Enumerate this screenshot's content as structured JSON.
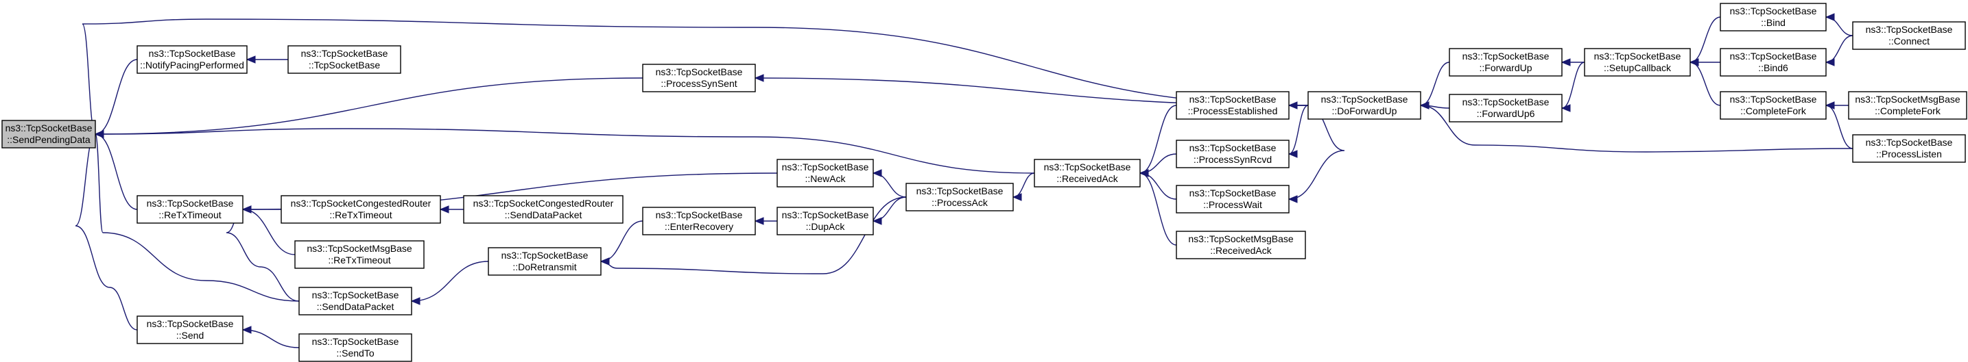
{
  "graph": {
    "nodes": [
      {
        "id": "spd",
        "line1": "ns3::TcpSocketBase",
        "line2": "::SendPendingData",
        "root": true
      },
      {
        "id": "npp",
        "line1": "ns3::TcpSocketBase",
        "line2": "::NotifyPacingPerformed"
      },
      {
        "id": "tsb",
        "line1": "ns3::TcpSocketBase",
        "line2": "::TcpSocketBase"
      },
      {
        "id": "pss",
        "line1": "ns3::TcpSocketBase",
        "line2": "::ProcessSynSent"
      },
      {
        "id": "rtt",
        "line1": "ns3::TcpSocketBase",
        "line2": "::ReTxTimeout"
      },
      {
        "id": "crrt",
        "line1": "ns3::TcpSocketCongestedRouter",
        "line2": "::ReTxTimeout"
      },
      {
        "id": "crsdp",
        "line1": "ns3::TcpSocketCongestedRouter",
        "line2": "::SendDataPacket"
      },
      {
        "id": "mrt",
        "line1": "ns3::TcpSocketMsgBase",
        "line2": "::ReTxTimeout"
      },
      {
        "id": "sdp",
        "line1": "ns3::TcpSocketBase",
        "line2": "::SendDataPacket"
      },
      {
        "id": "send",
        "line1": "ns3::TcpSocketBase",
        "line2": "::Send"
      },
      {
        "id": "sendto",
        "line1": "ns3::TcpSocketBase",
        "line2": "::SendTo"
      },
      {
        "id": "dor",
        "line1": "ns3::TcpSocketBase",
        "line2": "::DoRetransmit"
      },
      {
        "id": "er",
        "line1": "ns3::TcpSocketBase",
        "line2": "::EnterRecovery"
      },
      {
        "id": "na",
        "line1": "ns3::TcpSocketBase",
        "line2": "::NewAck"
      },
      {
        "id": "da",
        "line1": "ns3::TcpSocketBase",
        "line2": "::DupAck"
      },
      {
        "id": "pa",
        "line1": "ns3::TcpSocketBase",
        "line2": "::ProcessAck"
      },
      {
        "id": "ra",
        "line1": "ns3::TcpSocketBase",
        "line2": "::ReceivedAck"
      },
      {
        "id": "pe",
        "line1": "ns3::TcpSocketBase",
        "line2": "::ProcessEstablished"
      },
      {
        "id": "psr",
        "line1": "ns3::TcpSocketBase",
        "line2": "::ProcessSynRcvd"
      },
      {
        "id": "pw",
        "line1": "ns3::TcpSocketBase",
        "line2": "::ProcessWait"
      },
      {
        "id": "mra",
        "line1": "ns3::TcpSocketMsgBase",
        "line2": "::ReceivedAck"
      },
      {
        "id": "dfu",
        "line1": "ns3::TcpSocketBase",
        "line2": "::DoForwardUp"
      },
      {
        "id": "fu",
        "line1": "ns3::TcpSocketBase",
        "line2": "::ForwardUp"
      },
      {
        "id": "fu6",
        "line1": "ns3::TcpSocketBase",
        "line2": "::ForwardUp6"
      },
      {
        "id": "sc",
        "line1": "ns3::TcpSocketBase",
        "line2": "::SetupCallback"
      },
      {
        "id": "bind",
        "line1": "ns3::TcpSocketBase",
        "line2": "::Bind"
      },
      {
        "id": "bind6",
        "line1": "ns3::TcpSocketBase",
        "line2": "::Bind6"
      },
      {
        "id": "cf",
        "line1": "ns3::TcpSocketBase",
        "line2": "::CompleteFork"
      },
      {
        "id": "conn",
        "line1": "ns3::TcpSocketBase",
        "line2": "::Connect"
      },
      {
        "id": "mcf",
        "line1": "ns3::TcpSocketMsgBase",
        "line2": "::CompleteFork"
      },
      {
        "id": "pl",
        "line1": "ns3::TcpSocketBase",
        "line2": "::ProcessListen"
      }
    ],
    "edges": [
      [
        "npp",
        "spd"
      ],
      [
        "pss",
        "spd"
      ],
      [
        "dfu",
        "spd"
      ],
      [
        "ra",
        "spd"
      ],
      [
        "rtt",
        "spd"
      ],
      [
        "sdp",
        "spd"
      ],
      [
        "send",
        "spd"
      ],
      [
        "tsb",
        "npp"
      ],
      [
        "dfu",
        "pss"
      ],
      [
        "crrt",
        "rtt"
      ],
      [
        "mrt",
        "rtt"
      ],
      [
        "na",
        "rtt"
      ],
      [
        "sdp",
        "rtt"
      ],
      [
        "crsdp",
        "crrt"
      ],
      [
        "dor",
        "sdp"
      ],
      [
        "sendto",
        "send"
      ],
      [
        "er",
        "dor"
      ],
      [
        "pa",
        "dor"
      ],
      [
        "da",
        "er"
      ],
      [
        "pa",
        "na"
      ],
      [
        "pa",
        "da"
      ],
      [
        "ra",
        "pa"
      ],
      [
        "pe",
        "ra"
      ],
      [
        "psr",
        "ra"
      ],
      [
        "pw",
        "ra"
      ],
      [
        "mra",
        "ra"
      ],
      [
        "dfu",
        "pe"
      ],
      [
        "dfu",
        "psr"
      ],
      [
        "dfu",
        "pw"
      ],
      [
        "fu",
        "dfu"
      ],
      [
        "fu6",
        "dfu"
      ],
      [
        "sc",
        "fu"
      ],
      [
        "sc",
        "fu6"
      ],
      [
        "bind",
        "sc"
      ],
      [
        "bind6",
        "sc"
      ],
      [
        "cf",
        "sc"
      ],
      [
        "conn",
        "bind"
      ],
      [
        "conn",
        "bind6"
      ],
      [
        "mcf",
        "cf"
      ],
      [
        "pl",
        "cf"
      ],
      [
        "pl",
        "dfu"
      ]
    ]
  }
}
